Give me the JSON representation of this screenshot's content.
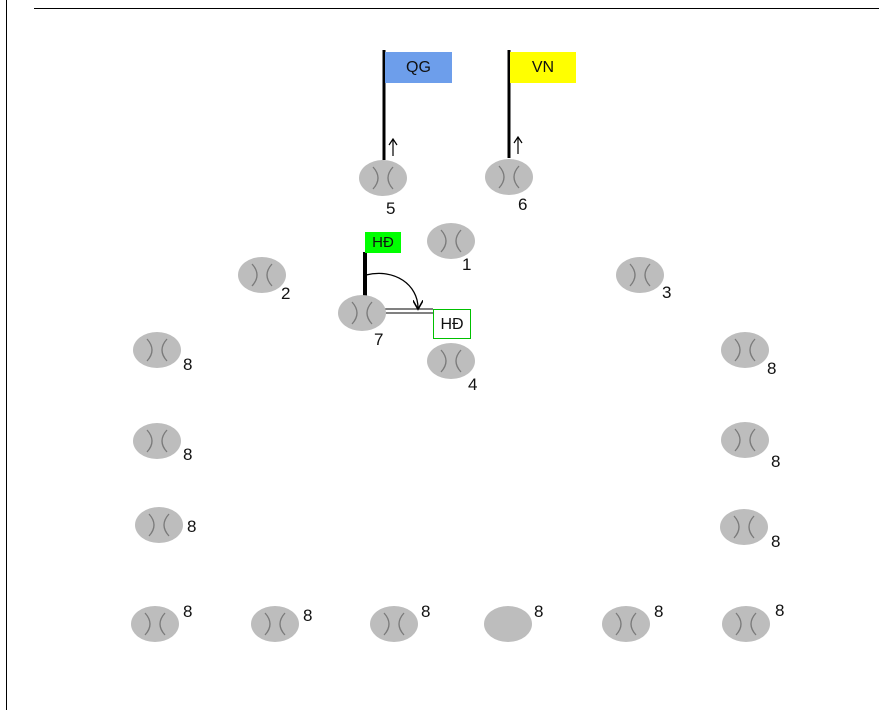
{
  "flags": {
    "qg": {
      "text": "QG",
      "color": "#6d9eeb"
    },
    "vn": {
      "text": "VN",
      "color": "#ffff00"
    },
    "hd_green": {
      "text": "HĐ",
      "color": "#00ff00"
    },
    "hd_box": {
      "text": "HĐ",
      "border": "#00c000"
    }
  },
  "people": [
    {
      "label": "5"
    },
    {
      "label": "6"
    },
    {
      "label": "1"
    },
    {
      "label": "2"
    },
    {
      "label": "3"
    },
    {
      "label": "7"
    },
    {
      "label": "4"
    },
    {
      "label": "8"
    },
    {
      "label": "8"
    },
    {
      "label": "8"
    },
    {
      "label": "8"
    },
    {
      "label": "8"
    },
    {
      "label": "8"
    },
    {
      "label": "8"
    },
    {
      "label": "8"
    },
    {
      "label": "8"
    },
    {
      "label": "8"
    },
    {
      "label": "8"
    },
    {
      "label": "8"
    }
  ],
  "colors": {
    "seat_fill": "#bdbdbd",
    "seat_cross": "#7a7a7a"
  }
}
